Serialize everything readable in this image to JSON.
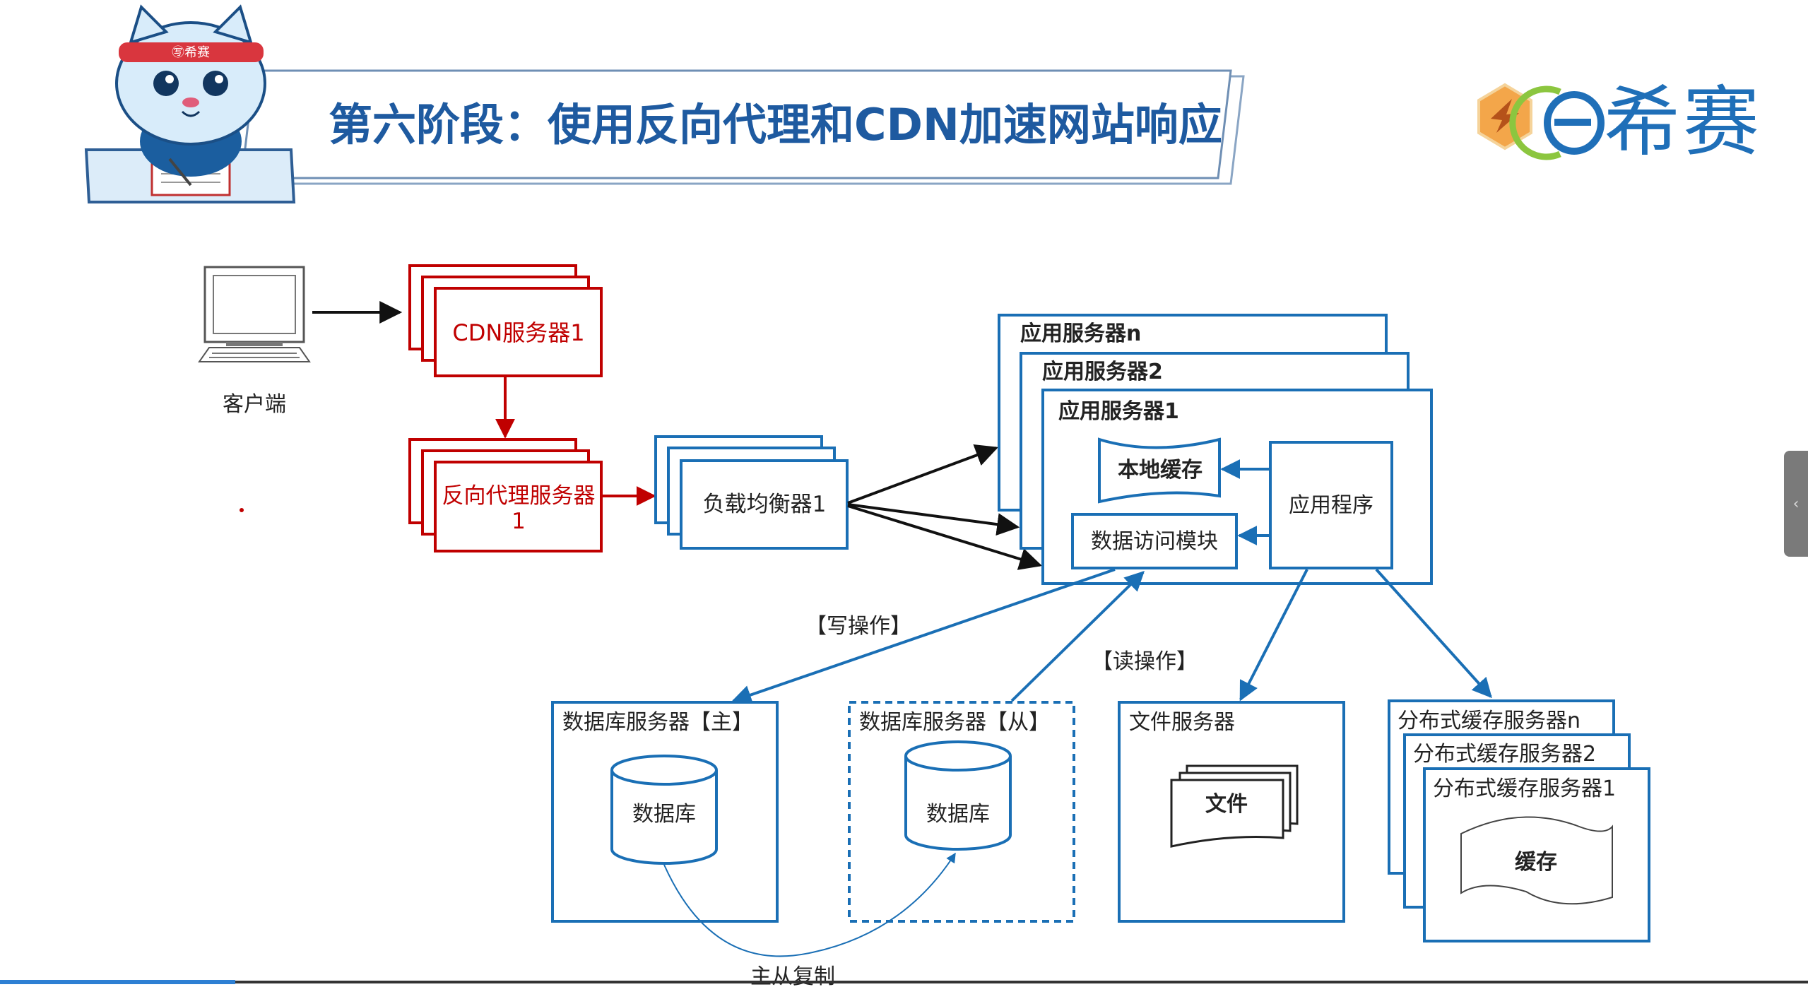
{
  "header": {
    "title": "第六阶段：使用反向代理和CDN加速网站响应",
    "mascot_headband": "㊢希赛",
    "brand": "希赛"
  },
  "diagram": {
    "client_label": "客户端",
    "cdn": "CDN服务器1",
    "reverse_proxy_line1": "反向代理服务器",
    "reverse_proxy_line2": "1",
    "load_balancer": "负载均衡器1",
    "app_server_n": "应用服务器n",
    "app_server_2": "应用服务器2",
    "app_server_1": "应用服务器1",
    "local_cache": "本地缓存",
    "app_program": "应用程序",
    "data_access": "数据访问模块",
    "write_op": "【写操作】",
    "read_op": "【读操作】",
    "db_master": "数据库服务器【主】",
    "db_slave": "数据库服务器【从】",
    "db_label": "数据库",
    "file_server": "文件服务器",
    "file_label": "文件",
    "cache_n": "分布式缓存服务器n",
    "cache_2": "分布式缓存服务器2",
    "cache_1": "分布式缓存服务器1",
    "cache_label": "缓存",
    "replication": "主从复制"
  },
  "player": {
    "progress": 0.13
  },
  "colors": {
    "blue": "#1a6fb5",
    "red": "#c00000",
    "title_blue": "#1e5aa0"
  }
}
